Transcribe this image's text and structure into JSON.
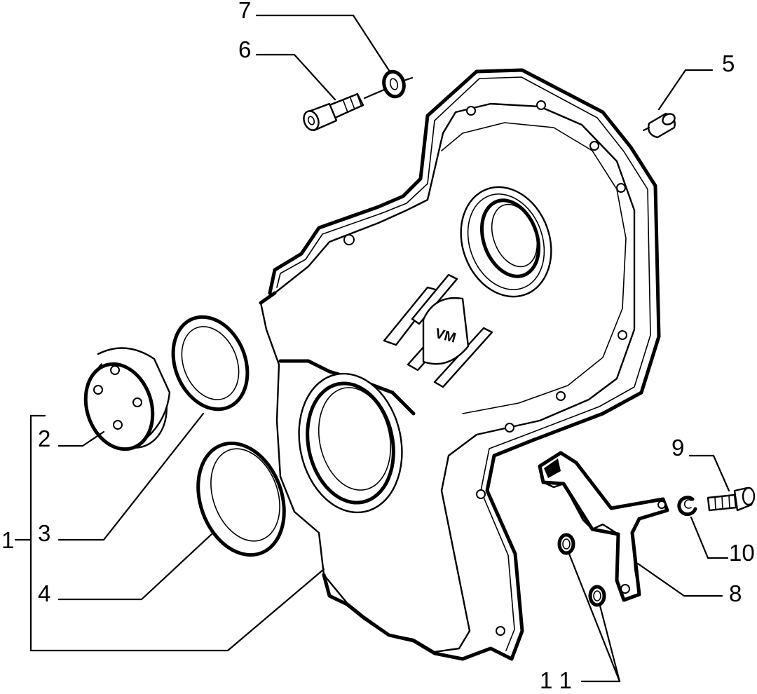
{
  "diagram": {
    "callouts": [
      {
        "id": "1",
        "label": "1"
      },
      {
        "id": "2",
        "label": "2"
      },
      {
        "id": "3",
        "label": "3"
      },
      {
        "id": "4",
        "label": "4"
      },
      {
        "id": "5",
        "label": "5"
      },
      {
        "id": "6",
        "label": "6"
      },
      {
        "id": "7",
        "label": "7"
      },
      {
        "id": "8",
        "label": "8"
      },
      {
        "id": "9",
        "label": "9"
      },
      {
        "id": "10",
        "label": "10"
      },
      {
        "id": "11",
        "label": "1 1"
      }
    ],
    "cover_logo_text": "VM",
    "colors": {
      "ink": "#000000",
      "paper": "#ffffff"
    }
  }
}
